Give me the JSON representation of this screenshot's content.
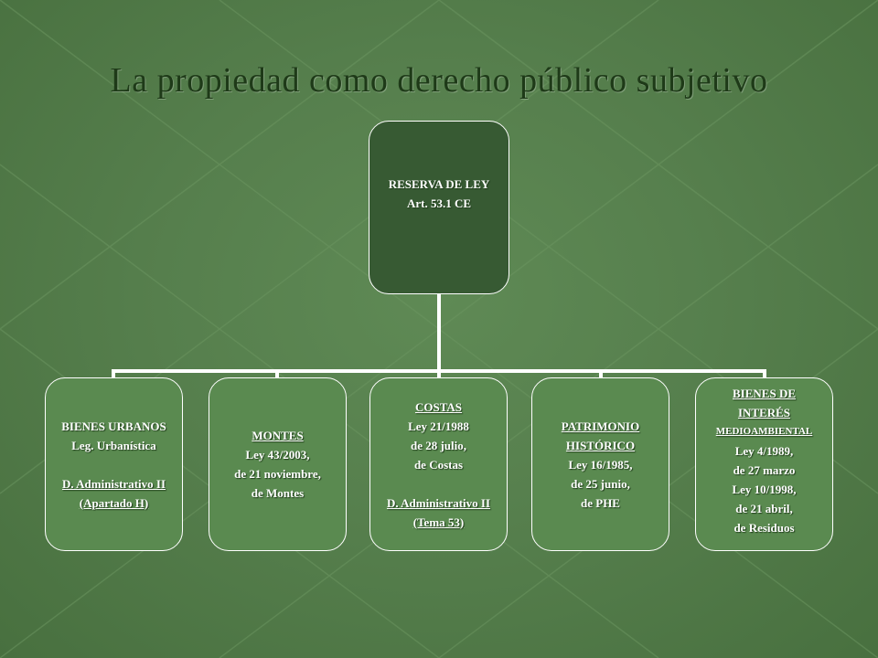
{
  "title": "La propiedad como derecho público subjetivo",
  "root": {
    "lines": [
      "RESERVA DE LEY",
      "Art. 53.1 CE"
    ]
  },
  "children": [
    {
      "lines": [
        "BIENES URBANOS",
        "Leg. Urbanística",
        "",
        "D. Administrativo II",
        "(Apartado H)"
      ]
    },
    {
      "lines": [
        "MONTES",
        "Ley 43/2003,",
        "de 21 noviembre,",
        "de Montes"
      ]
    },
    {
      "lines": [
        "COSTAS",
        "Ley 21/1988",
        "de 28 julio,",
        "de Costas",
        "",
        "D. Administrativo II",
        "(Tema 53)"
      ]
    },
    {
      "lines": [
        "PATRIMONIO",
        "HISTÓRICO",
        "Ley 16/1985,",
        "de 25 junio,",
        "de PHE"
      ]
    },
    {
      "lines": [
        "BIENES DE",
        "INTERÉS",
        "MEDIOAMBIENTAL",
        "Ley 4/1989,",
        "de 27 marzo",
        "Ley 10/1998,",
        "de 21 abril,",
        "de Residuos"
      ]
    }
  ],
  "colors": {
    "background": "#567f4d",
    "root_fill": "#375a33",
    "child_fill": "#5a8a50",
    "title": "#1e3a18",
    "connector": "#ffffff"
  }
}
